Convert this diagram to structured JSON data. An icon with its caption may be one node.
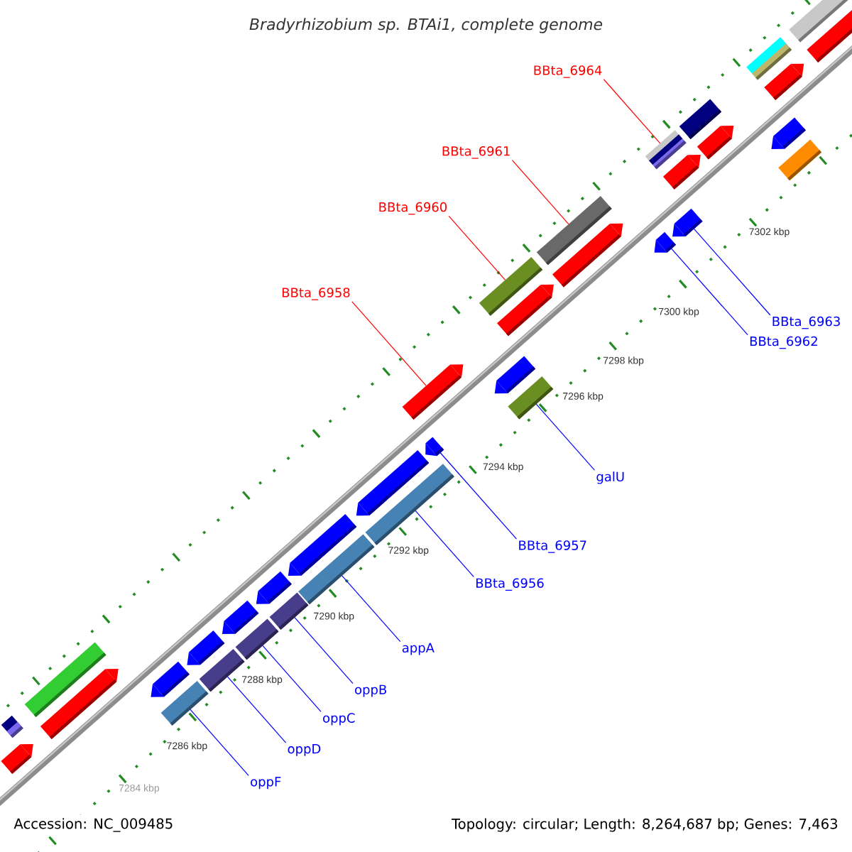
{
  "diagram": {
    "title": "Bradyrhizobium sp. BTAi1, complete genome",
    "nodes": [
      {
        "text": [
          "BBta_6964"
        ]
      },
      {
        "text": [],
        "shape": "bar"
      },
      {
        "text": [
          "BBta_6961"
        ]
      },
      {
        "text": [],
        "shape": "bar"
      },
      {
        "text": [
          "BBta_6960"
        ]
      },
      {
        "text": [],
        "shape": "bar"
      },
      {
        "text": [
          "BBta_6958"
        ]
      },
      {
        "text": [],
        "shape": "pentagon"
      },
      {
        "text": [
          "BBta_6963"
        ]
      },
      {
        "text": [],
        "shape": "pentagon"
      },
      {
        "text": [
          "BBta_6962"
        ]
      },
      {
        "text": [],
        "shape": "pentagon"
      },
      {
        "text": [
          "galU"
        ]
      },
      {
        "text": [],
        "shape": "bar"
      },
      {
        "text": [
          "BBta_6957"
        ]
      },
      {
        "text": [],
        "shape": "pentagon"
      },
      {
        "text": [
          "BBta_6956"
        ]
      },
      {
        "text": [],
        "shape": "bar"
      },
      {
        "text": [
          "appA"
        ]
      },
      {
        "text": [],
        "shape": "bar"
      },
      {
        "text": [
          "oppB"
        ]
      },
      {
        "text": [],
        "shape": "bar"
      },
      {
        "text": [
          "oppC"
        ]
      },
      {
        "text": [],
        "shape": "bar"
      },
      {
        "text": [
          "oppD"
        ]
      },
      {
        "text": [],
        "shape": "bar"
      },
      {
        "text": [
          "oppF"
        ]
      },
      {
        "text": [],
        "shape": "bar"
      },
      {
        "text": [],
        "shape": "bar"
      },
      {
        "text": [],
        "shape": "pentagon"
      },
      {
        "text": [],
        "shape": "pentagon"
      },
      {
        "text": [],
        "shape": "bar"
      },
      {
        "text": [],
        "shape": "pentagon"
      },
      {
        "text": [],
        "shape": "pentagon"
      },
      {
        "text": [],
        "shape": "pentagon"
      },
      {
        "text": [],
        "shape": "pentagon"
      },
      {
        "text": [],
        "shape": "pentagon"
      },
      {
        "text": [],
        "shape": "pentagon"
      },
      {
        "text": [],
        "shape": "pentagon"
      },
      {
        "text": [],
        "shape": "pentagon"
      },
      {
        "text": [],
        "shape": "pentagon"
      },
      {
        "text": [],
        "shape": "pentagon"
      },
      {
        "text": [],
        "shape": "bar"
      },
      {
        "text": [],
        "shape": "pentagon"
      },
      {
        "text": [],
        "shape": "bar"
      },
      {
        "text": [],
        "shape": "pentagon"
      },
      {
        "text": [],
        "shape": "bar"
      },
      {
        "text": [],
        "shape": "pentagon"
      },
      {
        "text": [],
        "shape": "bar"
      },
      {
        "text": [],
        "shape": "pentagon"
      }
    ],
    "edges": [
      {
        "from": 0,
        "to": 1,
        "arrow": "none",
        "color": "#ff0000"
      },
      {
        "from": 2,
        "to": 3,
        "arrow": "none",
        "color": "#ff0000"
      },
      {
        "from": 4,
        "to": 5,
        "arrow": "none",
        "color": "#ff0000"
      },
      {
        "from": 6,
        "to": 7,
        "arrow": "none",
        "color": "#ff0000"
      },
      {
        "from": 8,
        "to": 9,
        "arrow": "none"
      },
      {
        "from": 10,
        "to": 11,
        "arrow": "none"
      },
      {
        "from": 12,
        "to": 13,
        "arrow": "none"
      },
      {
        "from": 14,
        "to": 15,
        "arrow": "none"
      },
      {
        "from": 16,
        "to": 17,
        "arrow": "none"
      },
      {
        "from": 18,
        "to": 19,
        "arrow": "none"
      },
      {
        "from": 20,
        "to": 21,
        "arrow": "none"
      },
      {
        "from": 22,
        "to": 23,
        "arrow": "none"
      },
      {
        "from": 24,
        "to": 25,
        "arrow": "none"
      },
      {
        "from": 26,
        "to": 27,
        "arrow": "none"
      }
    ],
    "labels": [
      "7302 kbp",
      "7300 kbp",
      "7298 kbp",
      "7296 kbp",
      "7294 kbp",
      "7292 kbp",
      "7290 kbp",
      "7288 kbp",
      "7286 kbp",
      "7284 kbp",
      "Accession: NC_009485",
      "Topology: circular; Length: 8,264,687 bp; Genes: 7,463"
    ]
  }
}
